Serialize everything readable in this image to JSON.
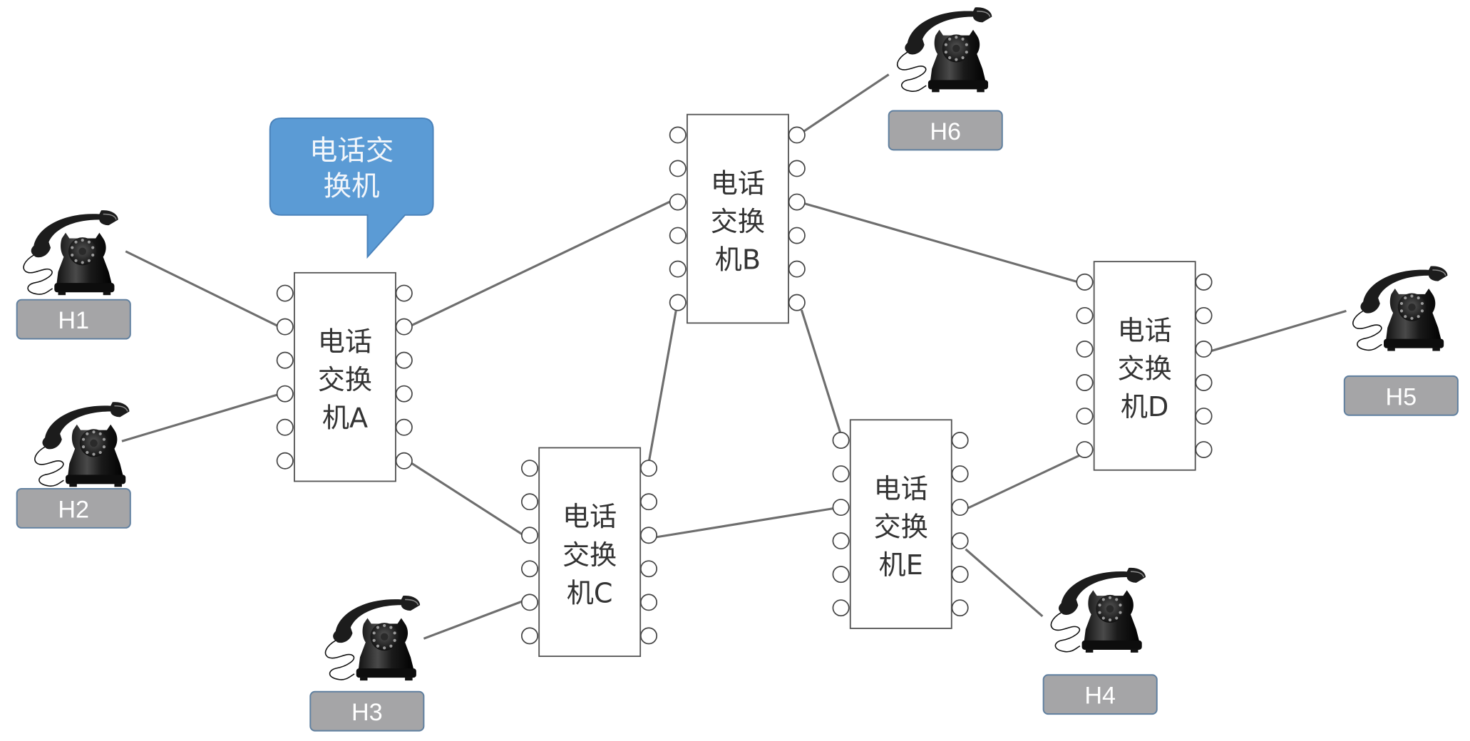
{
  "diagram": {
    "type": "circuit-switched telephone network",
    "callout": {
      "lines": [
        "电话交",
        "换机"
      ],
      "target": "A",
      "color": "#5b9bd5"
    },
    "switches": [
      {
        "id": "A",
        "lines": [
          "电话",
          "交换",
          "机A"
        ],
        "ports_per_side": 6
      },
      {
        "id": "B",
        "lines": [
          "电话",
          "交换",
          "机B"
        ],
        "ports_per_side": 6
      },
      {
        "id": "C",
        "lines": [
          "电话",
          "交换",
          "机C"
        ],
        "ports_per_side": 6
      },
      {
        "id": "D",
        "lines": [
          "电话",
          "交换",
          "机D"
        ],
        "ports_per_side": 6
      },
      {
        "id": "E",
        "lines": [
          "电话",
          "交换",
          "机E"
        ],
        "ports_per_side": 6
      }
    ],
    "hosts": [
      {
        "id": "H1",
        "label": "H1",
        "icon": "rotary-telephone-icon"
      },
      {
        "id": "H2",
        "label": "H2",
        "icon": "rotary-telephone-icon"
      },
      {
        "id": "H3",
        "label": "H3",
        "icon": "rotary-telephone-icon"
      },
      {
        "id": "H4",
        "label": "H4",
        "icon": "rotary-telephone-icon"
      },
      {
        "id": "H5",
        "label": "H5",
        "icon": "rotary-telephone-icon"
      },
      {
        "id": "H6",
        "label": "H6",
        "icon": "rotary-telephone-icon"
      }
    ],
    "links": [
      {
        "from": "H1",
        "to": "A"
      },
      {
        "from": "H2",
        "to": "A"
      },
      {
        "from": "A",
        "to": "B"
      },
      {
        "from": "A",
        "to": "C"
      },
      {
        "from": "B",
        "to": "H6"
      },
      {
        "from": "B",
        "to": "D"
      },
      {
        "from": "B",
        "to": "C"
      },
      {
        "from": "B",
        "to": "E"
      },
      {
        "from": "C",
        "to": "H3"
      },
      {
        "from": "C",
        "to": "E"
      },
      {
        "from": "E",
        "to": "D"
      },
      {
        "from": "E",
        "to": "H4"
      },
      {
        "from": "D",
        "to": "H5"
      }
    ],
    "colors": {
      "label_fill": "#a5a5a7",
      "label_border": "#5f7f9f",
      "link": "#6e6e6e"
    }
  }
}
